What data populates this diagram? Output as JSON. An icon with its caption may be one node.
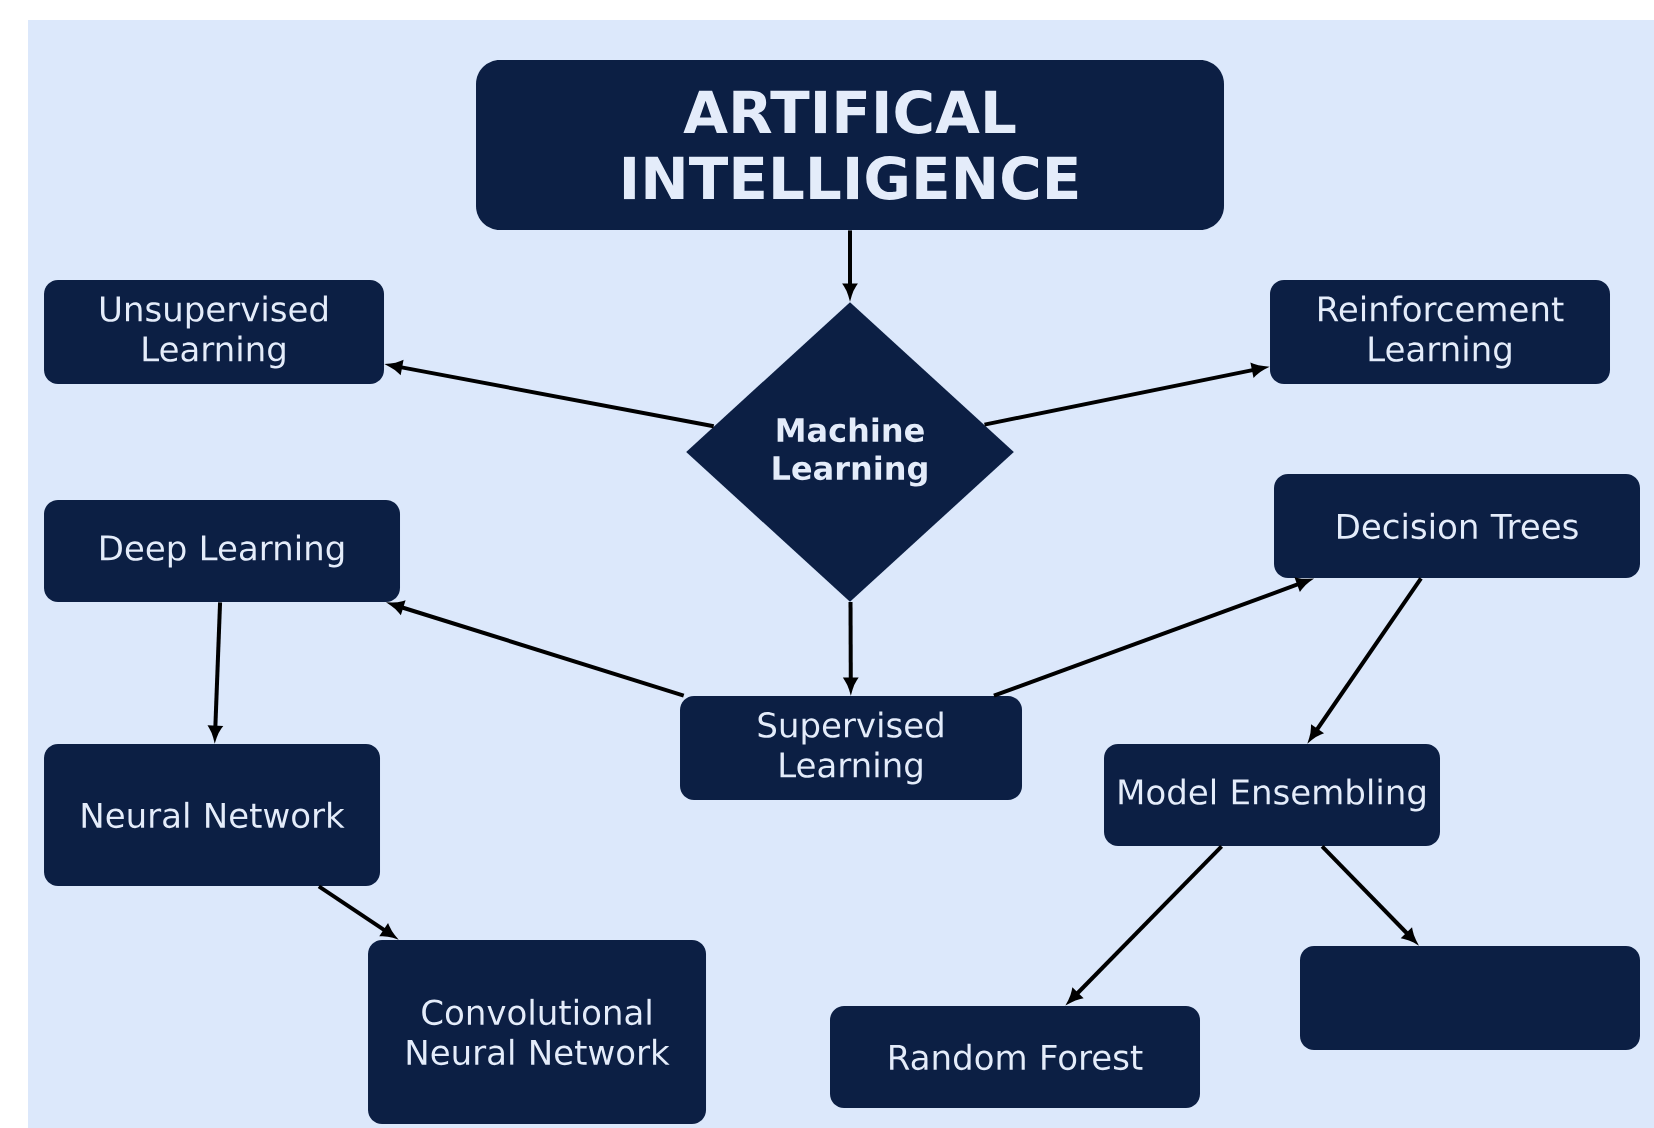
{
  "diagram": {
    "nodes": [
      {
        "text": [
          "ARTIFICAL INTELLIGENCE"
        ]
      },
      {
        "text": [
          "Machine Learning"
        ]
      },
      {
        "text": [
          "Unsupervised Learning"
        ]
      },
      {
        "text": [
          "Reinforcement Learning"
        ]
      },
      {
        "text": [
          "Deep Learning"
        ]
      },
      {
        "text": [
          "Supervised Learning"
        ]
      },
      {
        "text": [
          "Decision Trees"
        ]
      },
      {
        "text": [
          "Neural Network"
        ]
      },
      {
        "text": [
          "Model Ensembling"
        ]
      },
      {
        "text": [
          "Convolutional Neural Network"
        ]
      },
      {
        "text": [
          "Random Forest"
        ]
      },
      {
        "text": [],
        "shape": "box"
      }
    ],
    "edges": [
      {
        "from": 0,
        "to": 1,
        "arrow": "to"
      },
      {
        "from": 1,
        "to": 2,
        "arrow": "to"
      },
      {
        "from": 1,
        "to": 3,
        "arrow": "to"
      },
      {
        "from": 1,
        "to": 5,
        "arrow": "to"
      },
      {
        "from": 5,
        "to": 4,
        "arrow": "to"
      },
      {
        "from": 5,
        "to": 6,
        "arrow": "to"
      },
      {
        "from": 4,
        "to": 7,
        "arrow": "to"
      },
      {
        "from": 7,
        "to": 9,
        "arrow": "to"
      },
      {
        "from": 6,
        "to": 8,
        "arrow": "to"
      },
      {
        "from": 8,
        "to": 10,
        "arrow": "to"
      },
      {
        "from": 8,
        "to": 11,
        "arrow": "to"
      }
    ]
  }
}
